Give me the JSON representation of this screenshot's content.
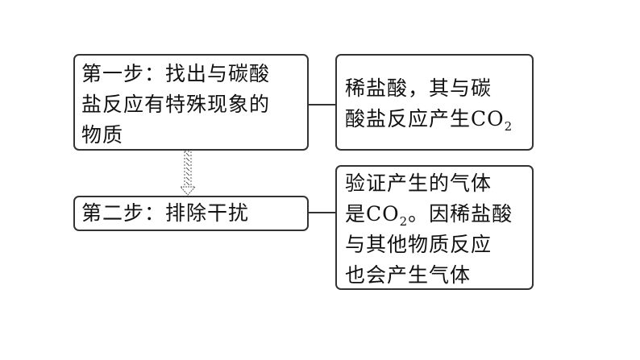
{
  "step1": {
    "lines": [
      "第一步：找出与碳酸",
      "盐反应有特殊现象的",
      "物质"
    ]
  },
  "result1": {
    "line1": "稀盐酸，其与碳",
    "line2_text": "酸盐反应产生CO",
    "line2_sub": "2"
  },
  "step2": {
    "text": "第二步：排除干扰"
  },
  "result2": {
    "line1": "验证产生的气体",
    "line2_pre": "是CO",
    "line2_sub": "2",
    "line2_post": "。因稀盐酸",
    "line3": "与其他物质反应",
    "line4": "也会产生气体"
  },
  "colors": {
    "border": "#333333",
    "text": "#111111",
    "arrow": "#444444"
  }
}
